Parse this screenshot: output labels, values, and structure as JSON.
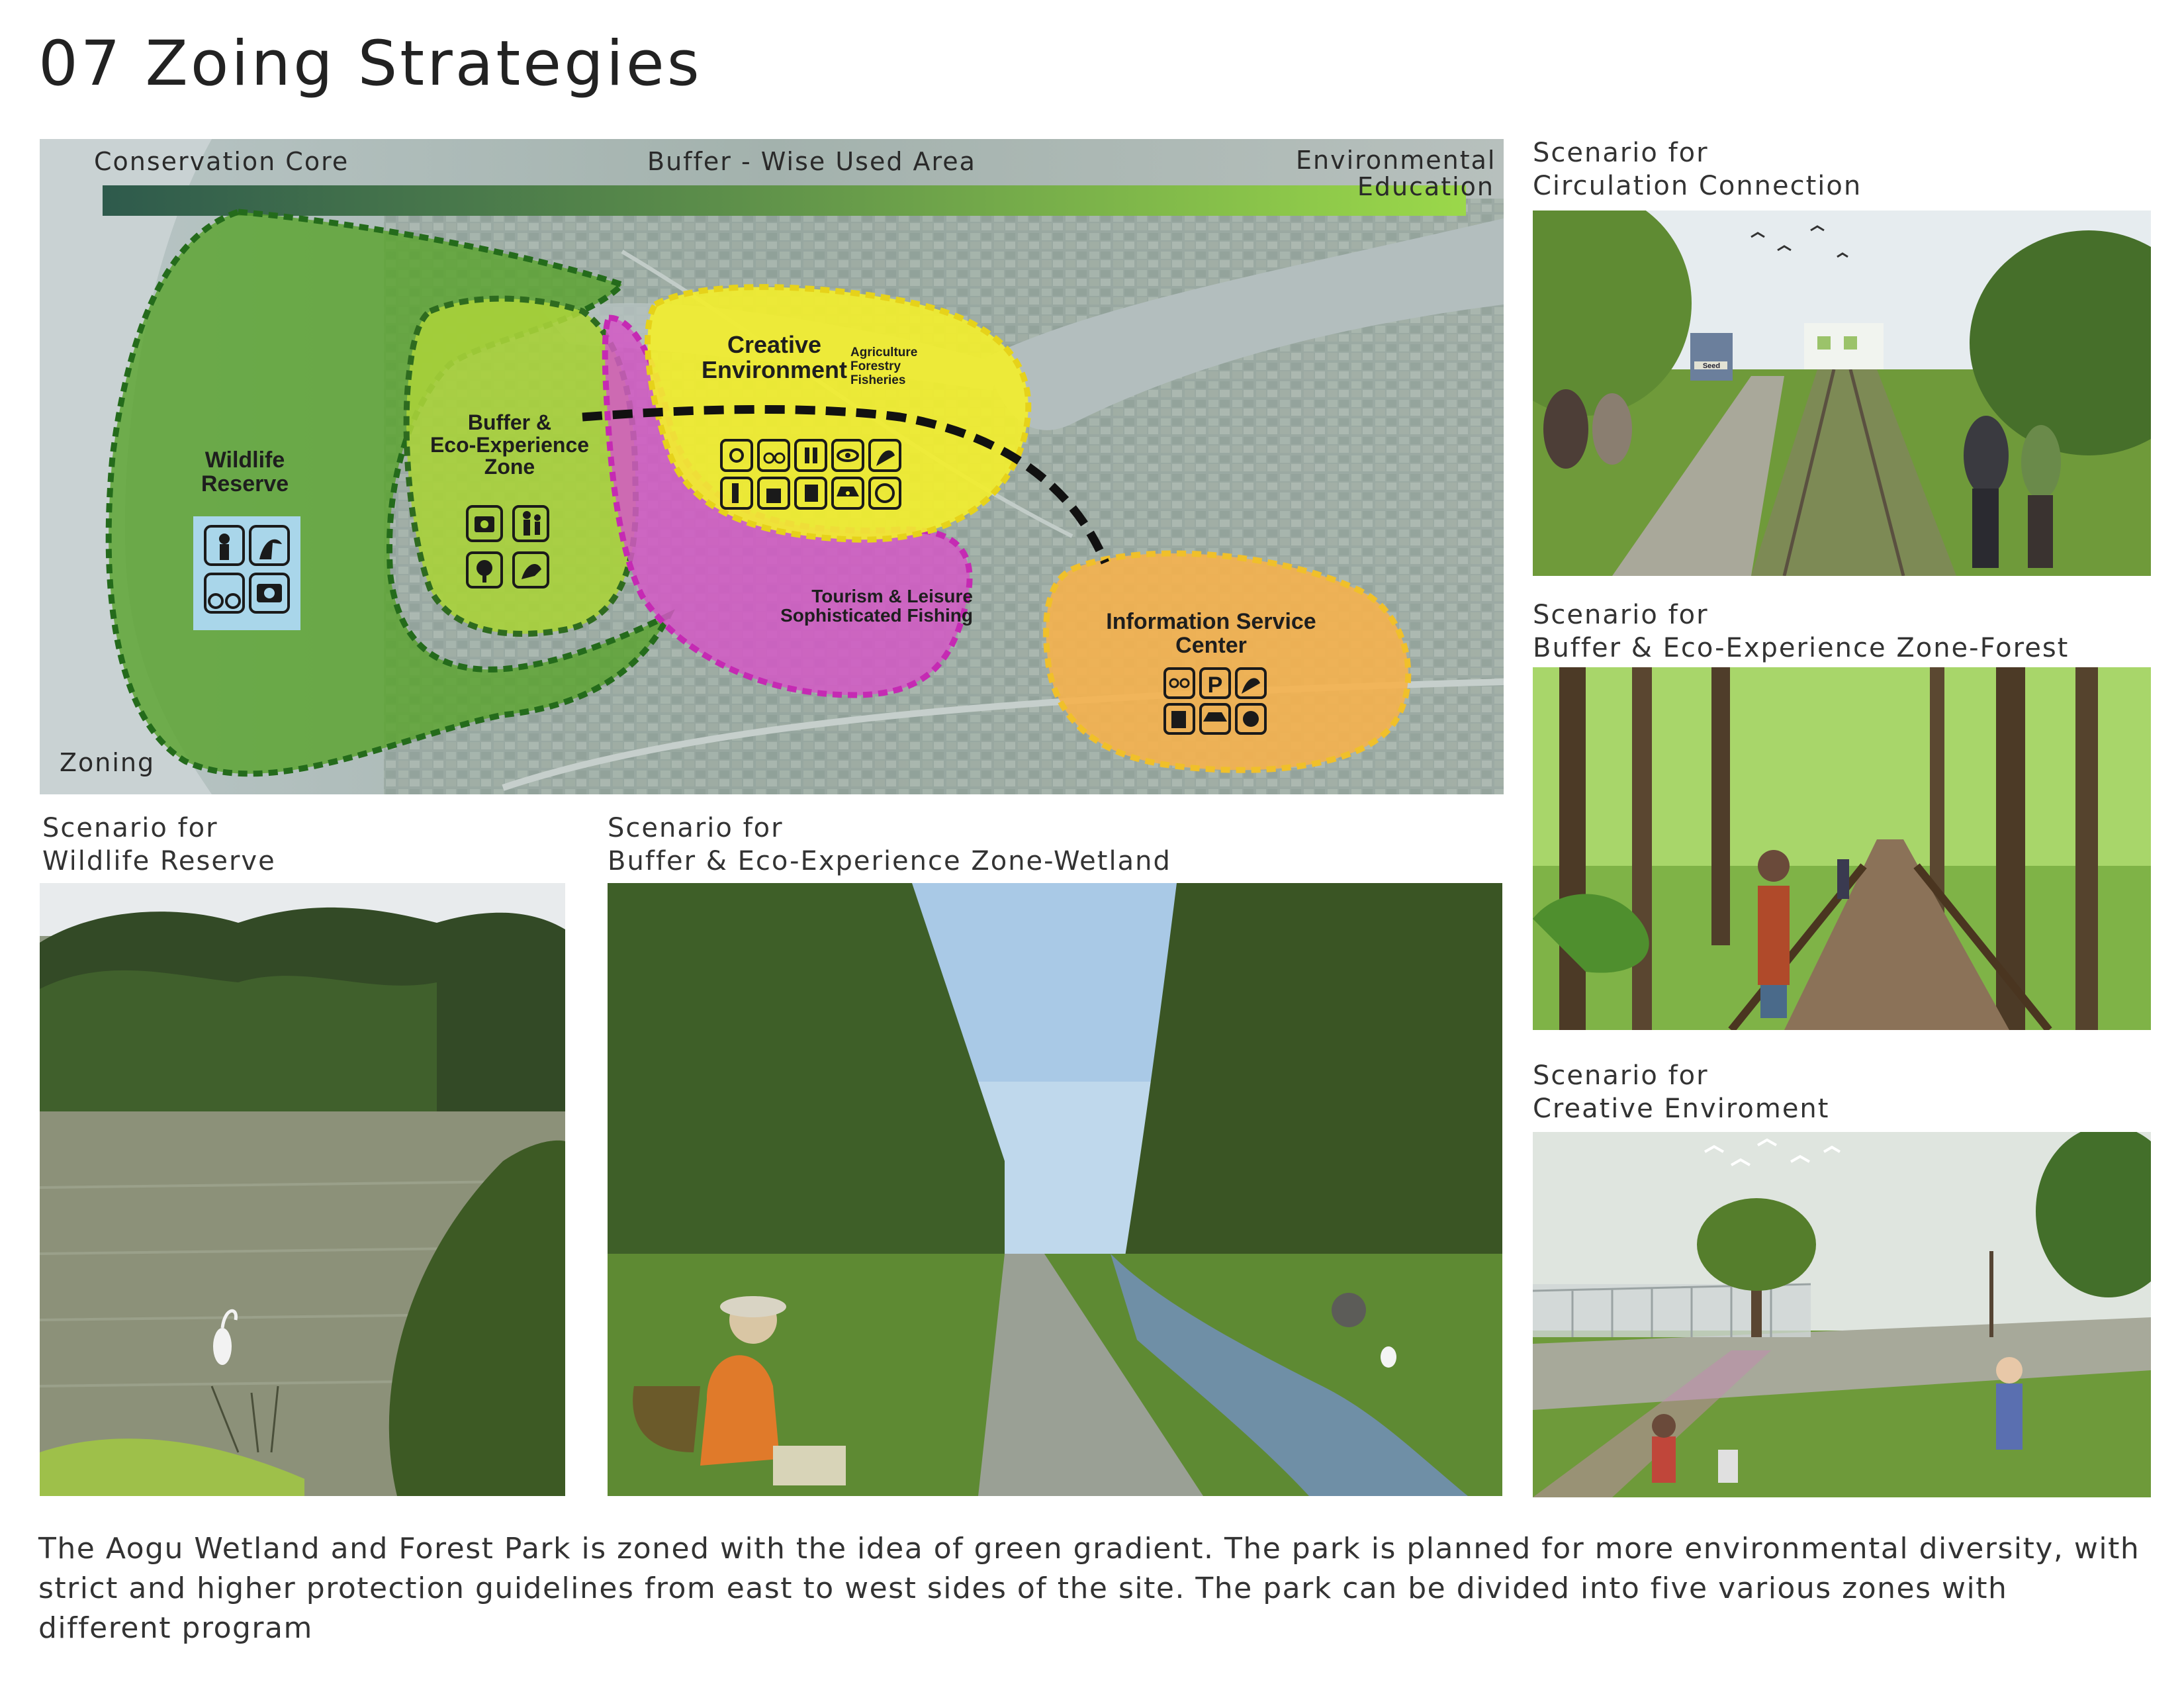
{
  "title": "07 Zoing  Strategies",
  "map": {
    "gradient": {
      "left_label": "Conservation Core",
      "middle_label": "Buffer - Wise Used Area",
      "right_label_line1": "Environmental",
      "right_label_line2": "Education"
    },
    "corner_label": "Zoning",
    "zones": {
      "wildlife": {
        "line1": "Wildlife",
        "line2": "Reserve",
        "color": "#5aa42e"
      },
      "buffer": {
        "line1": "Buffer &",
        "line2": "Eco-Experience",
        "line3": "Zone",
        "color": "#a8d23a"
      },
      "creative": {
        "line1": "Creative",
        "line2": "Environment",
        "sub1": "Agriculture",
        "sub2": "Forestry",
        "sub3": "Fisheries",
        "color": "#f2ee2e"
      },
      "tourism": {
        "line1": "Tourism & Leisure",
        "line2": "Sophisticated Fishing",
        "color": "#d458c6"
      },
      "info": {
        "line1": "Information Service",
        "line2": "Center",
        "color": "#f5b14e"
      }
    }
  },
  "scenarios": {
    "circulation": {
      "line1": "Scenario for",
      "line2": "Circulation Connection"
    },
    "forest": {
      "line1": "Scenario for",
      "line2": "Buffer & Eco-Experience Zone-Forest"
    },
    "creative": {
      "line1": "Scenario for",
      "line2": "Creative Enviroment"
    },
    "wildlife": {
      "line1": "Scenario for",
      "line2": "Wildlife Reserve"
    },
    "wetland": {
      "line1": "Scenario for",
      "line2": "Buffer & Eco-Experience Zone-Wetland"
    }
  },
  "photo_text": {
    "tram_sign": "Seed"
  },
  "description": "The Aogu Wetland and Forest Park is zoned with the idea of green gradient. The park is planned for more environmental diversity, with strict and higher protection guidelines from east to west sides of the site. The park can be divided into five various zones with different program"
}
